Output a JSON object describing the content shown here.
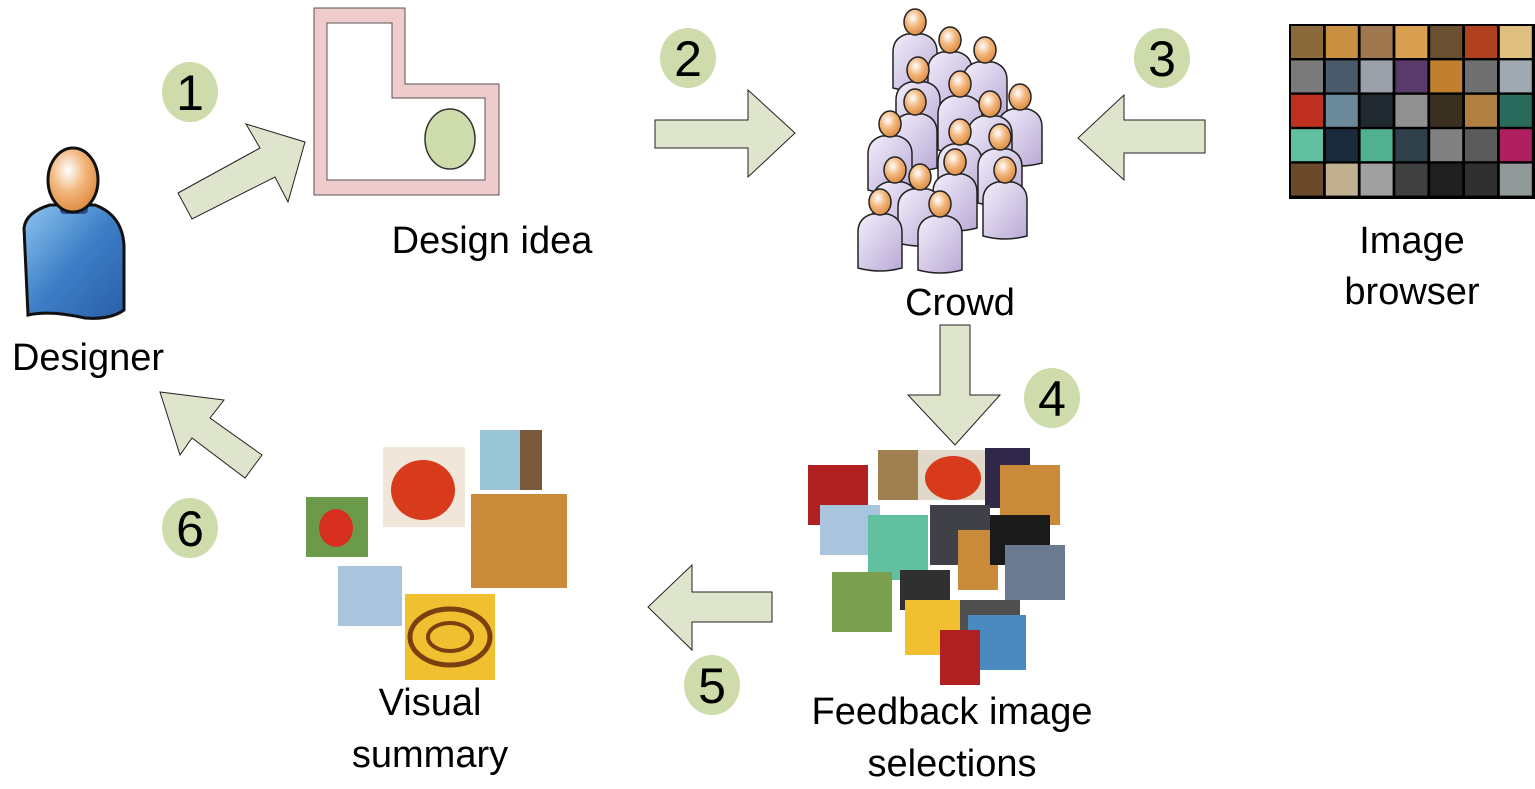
{
  "title": "Crowd-sourced visual design feedback workflow",
  "colors": {
    "arrow": "#dfe5cd",
    "badge": "#cddcaa",
    "design_outline": "#efcccc",
    "design_circle": "#cddcaa",
    "designer_body": "#3a78c0",
    "crowd_body": "#cfc3e3",
    "head": "#f0b070"
  },
  "nodes": {
    "designer": {
      "label": "Designer",
      "icon": "person-icon"
    },
    "design_idea": {
      "label": "Design idea",
      "icon": "floorplan-icon"
    },
    "crowd": {
      "label": "Crowd",
      "icon": "crowd-icon"
    },
    "image_browser": {
      "label_line1": "Image",
      "label_line2": "browser",
      "icon": "image-grid-icon"
    },
    "feedback": {
      "label_line1": "Feedback image",
      "label_line2": "selections",
      "icon": "image-collage-icon"
    },
    "summary": {
      "label_line1": "Visual",
      "label_line2": "summary",
      "icon": "image-summary-icon"
    }
  },
  "steps": [
    "1",
    "2",
    "3",
    "4",
    "5",
    "6"
  ]
}
